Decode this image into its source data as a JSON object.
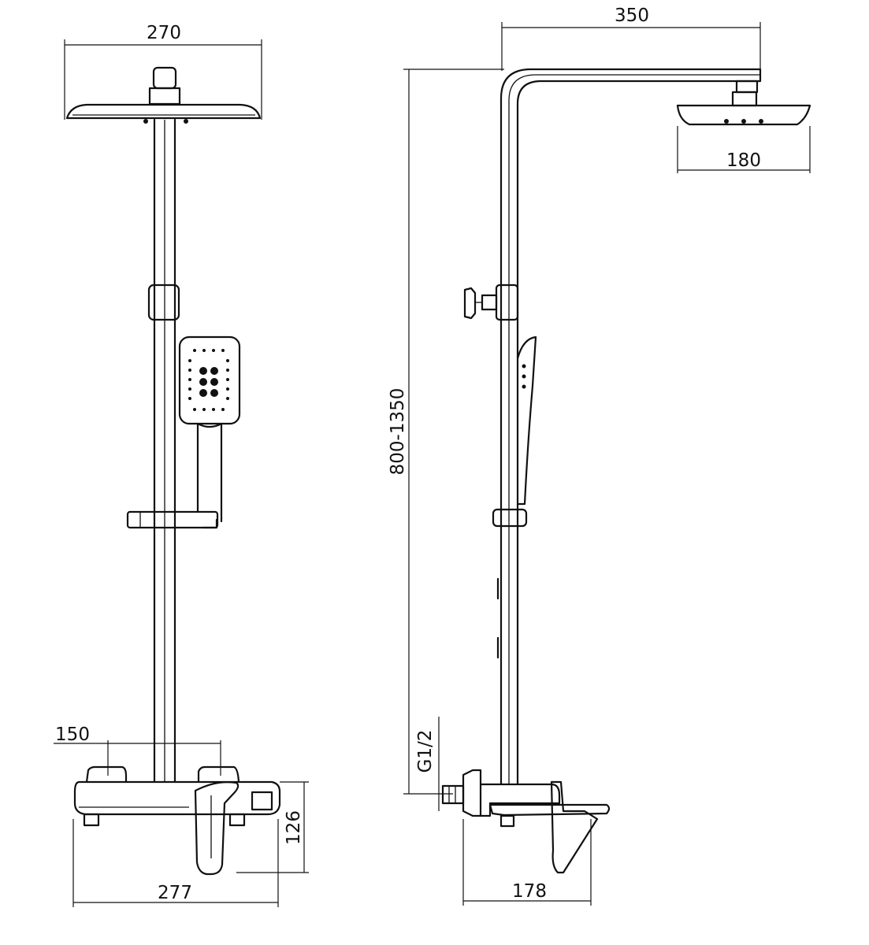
{
  "dimensions": {
    "left_head_width": "270",
    "right_arm_length": "350",
    "right_head_width": "180",
    "height_range": "800-1350",
    "inlet_spacing": "150",
    "thread": "G1/2",
    "mixer_height": "126",
    "mixer_width": "277",
    "mixer_depth": "178"
  },
  "colors": {
    "line": "#111111",
    "background": "#ffffff"
  }
}
